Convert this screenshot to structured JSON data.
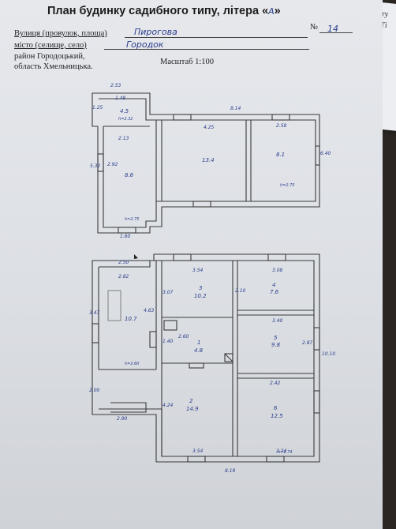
{
  "header": {
    "title": "План будинку садибного типу, літера «",
    "letter": "А",
    "title_end": "»",
    "street_label": "Вулиця (провулок, площа)",
    "street_value": "Пирогова",
    "number_label": "№",
    "number_value": "14",
    "city_label": "місто (селище, село)",
    "city_value": "Городок",
    "district": "район Городоцький,",
    "region": "область Хмельницька.",
    "scale": "Масштаб 1:100"
  },
  "side_sheet": {
    "line1": "ту",
    "line2": "Ті"
  },
  "upper_plan": {
    "dims": [
      "2.53",
      "1.48",
      "1.25",
      "8.14",
      "4.25",
      "2.58",
      "2.13",
      "5.32",
      "6.40",
      "1.60",
      "2.92"
    ],
    "rooms": [
      {
        "num": "",
        "area": "4.5"
      },
      {
        "num": "",
        "area": "8.6"
      },
      {
        "num": "",
        "area": "13.4"
      },
      {
        "num": "",
        "area": "8.1"
      }
    ],
    "notes": [
      "h=2.32",
      "h=2.75",
      "h=2.75"
    ]
  },
  "lower_plan": {
    "dims": [
      "2.50",
      "2.82",
      "3.54",
      "3.08",
      "3.47",
      "4.63",
      "3.07",
      "2.10",
      "2.60",
      "1.40",
      "3.40",
      "2.87",
      "10.10",
      "2.00",
      "2.90",
      "2.42",
      "4.24",
      "3.54",
      "2.24",
      "8.19"
    ],
    "rooms": [
      {
        "num": "",
        "area": "10.7"
      },
      {
        "num": "3",
        "area": "10.2"
      },
      {
        "num": "4",
        "area": "7.6"
      },
      {
        "num": "5",
        "area": "9.8"
      },
      {
        "num": "1",
        "area": "4.8"
      },
      {
        "num": "2",
        "area": "14.9"
      },
      {
        "num": "6",
        "area": "12.5"
      }
    ],
    "notes": [
      "h=2.60",
      "h=2.74"
    ]
  }
}
